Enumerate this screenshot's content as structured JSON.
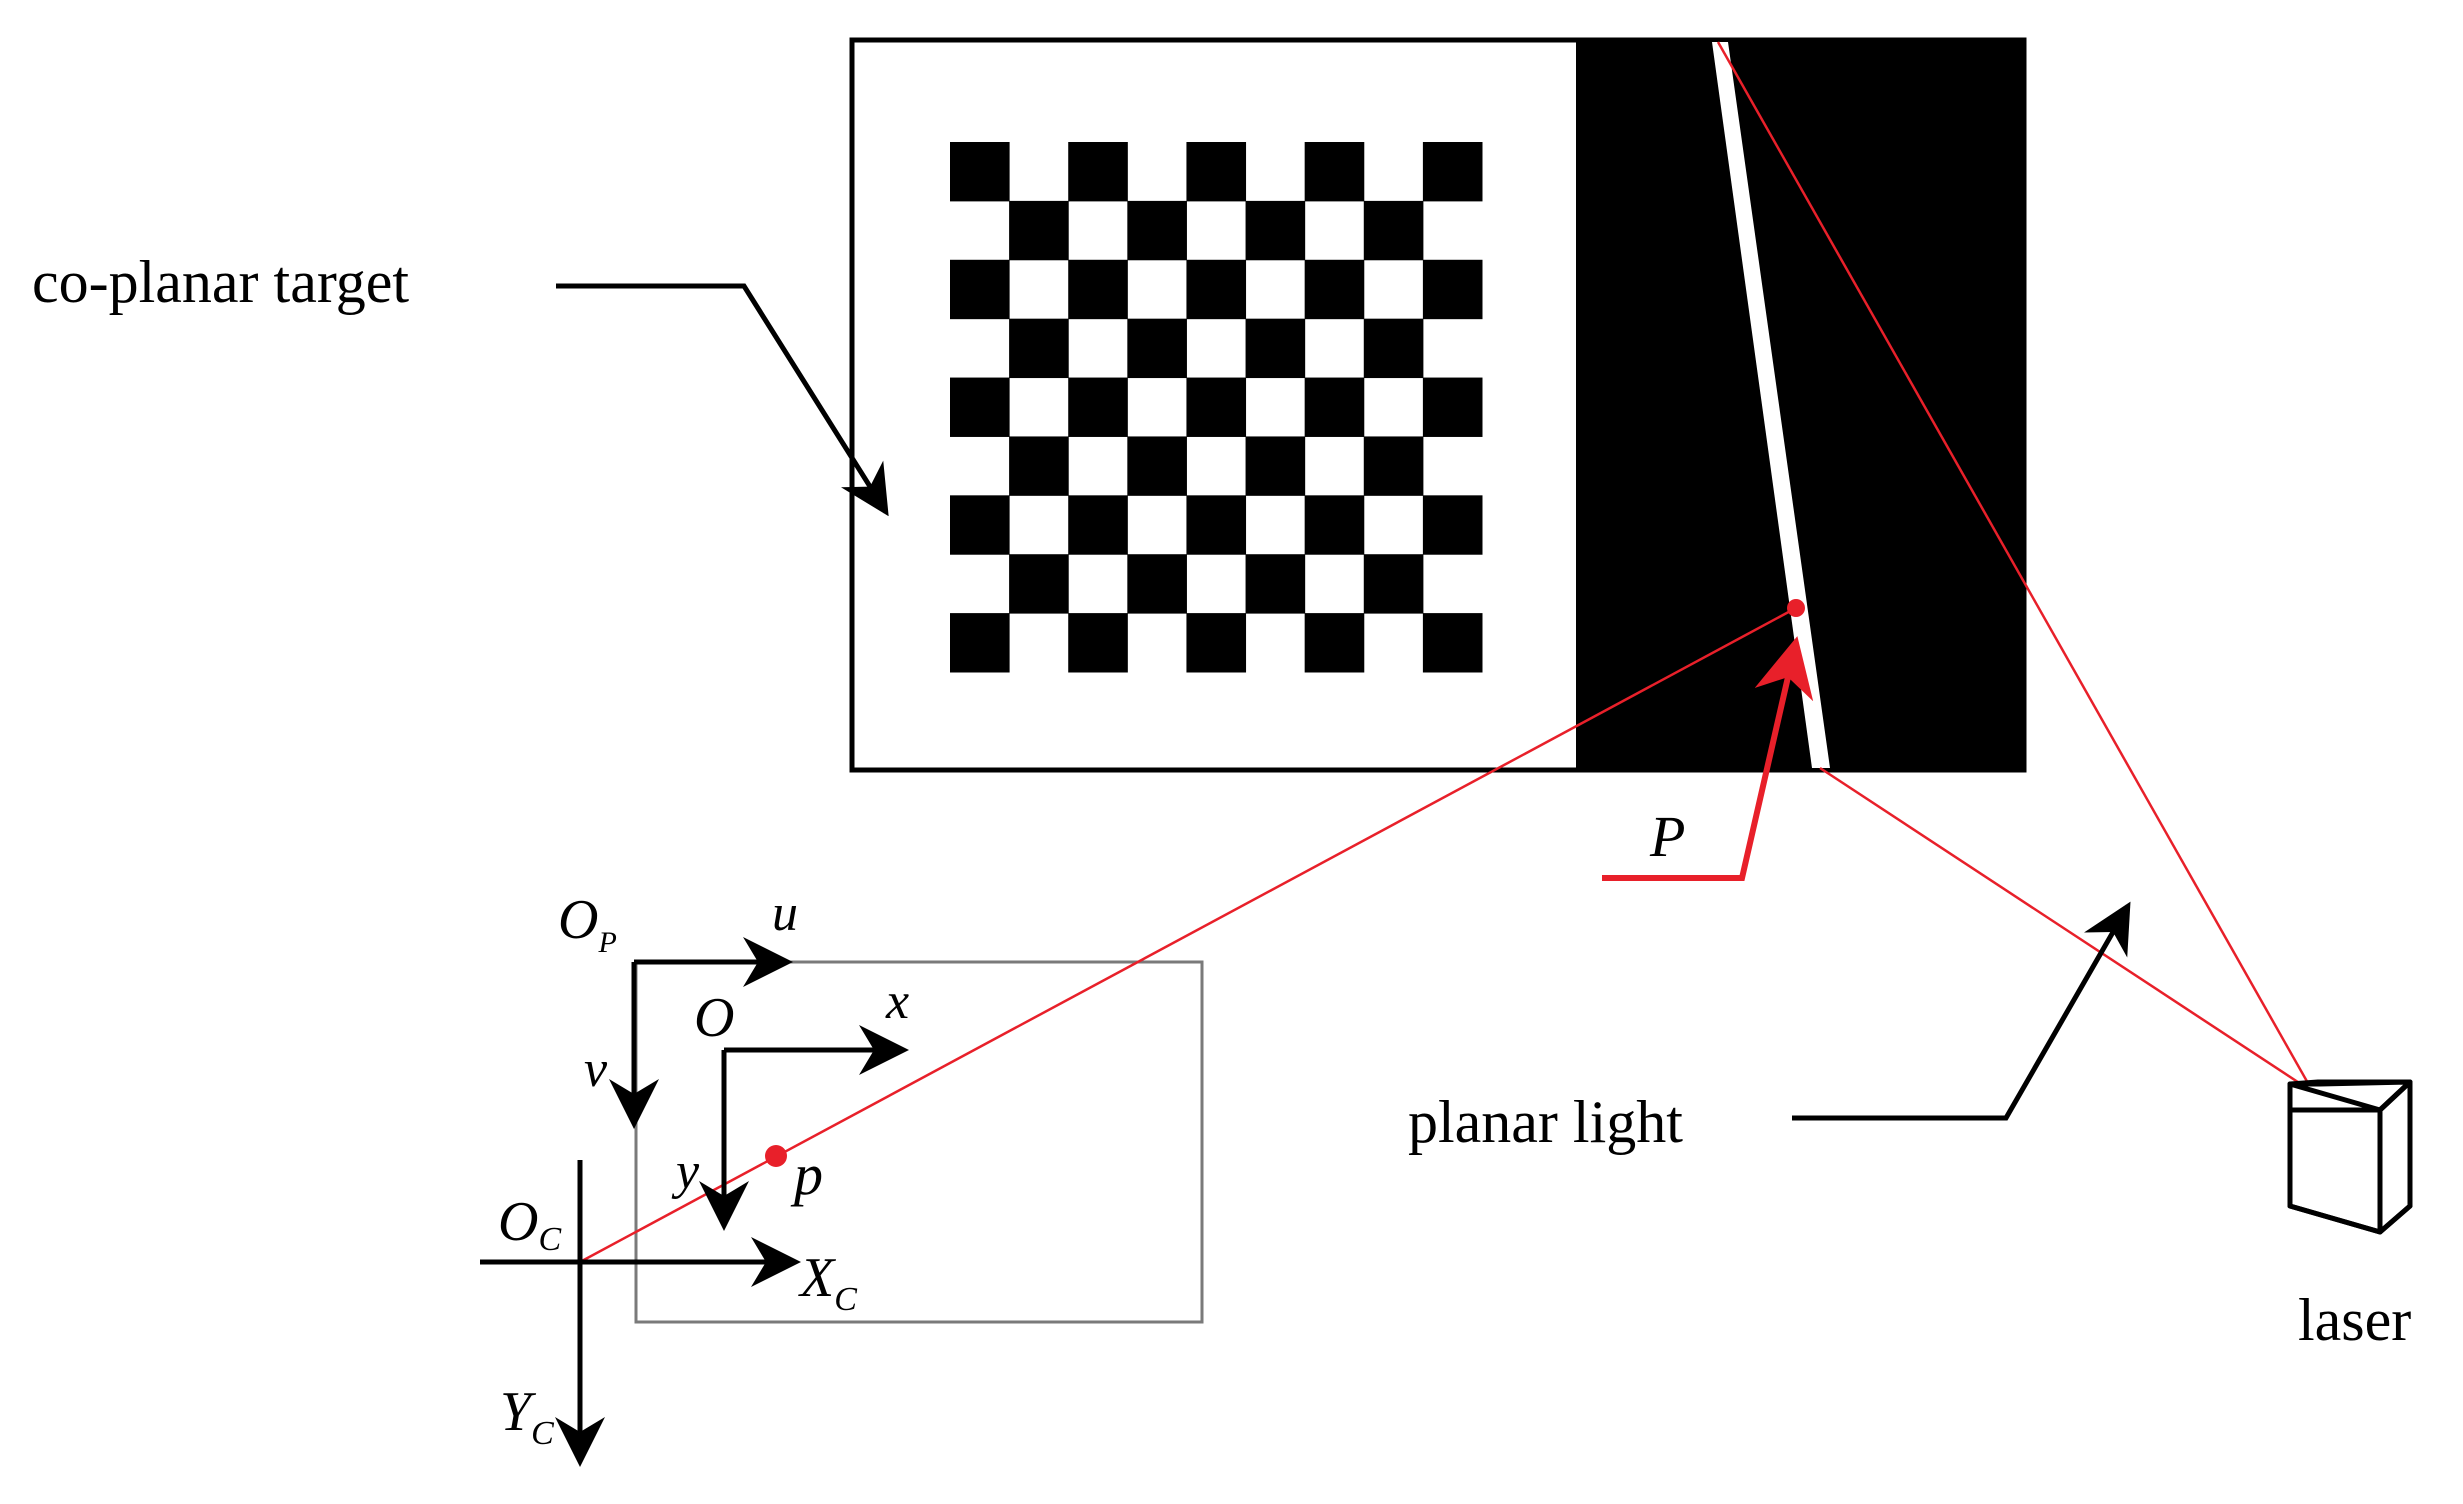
{
  "labels": {
    "target": "co-planar target",
    "light": "planar light",
    "laser": "laser",
    "point_P": "P",
    "point_p": "p",
    "Op_main": "O",
    "Op_sub": "P",
    "u": "u",
    "v": "v",
    "O": "O",
    "x": "x",
    "y": "y",
    "Oc_main": "O",
    "Oc_sub": "C",
    "Xc_main": "X",
    "Xc_sub": "C",
    "Yc_main": "Y",
    "Yc_sub": "C"
  },
  "checkerboard": {
    "rows": 9,
    "cols": 9
  },
  "colors": {
    "ink": "#000000",
    "laser_ray": "#e8202a",
    "image_plane": "#7a7a7a",
    "background": "#ffffff"
  }
}
